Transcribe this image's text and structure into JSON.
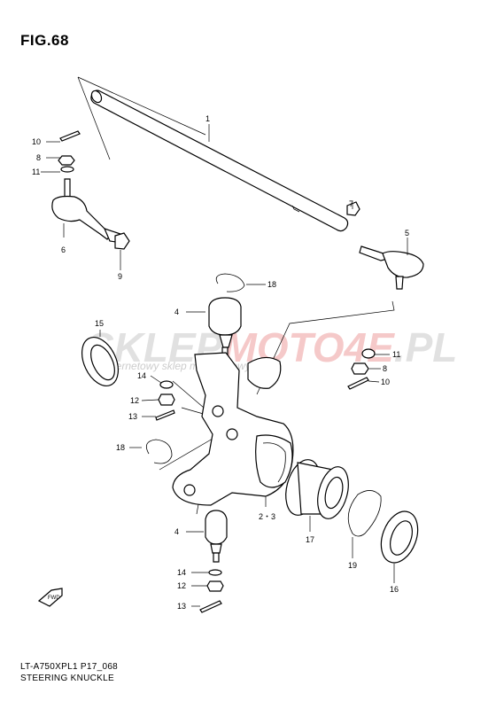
{
  "figure": {
    "title": "FIG.68"
  },
  "footer": {
    "code": "LT-A750XPL1 P17_068",
    "name": "STEERING KNUCKLE"
  },
  "watermark": {
    "brand_a": "SKLEP",
    "brand_b": "MOTO",
    "brand_c": "4",
    "brand_d": "E",
    "brand_e": ".PL",
    "tagline": "internetowy sklep motocyklowy"
  },
  "fwd_mark": {
    "label": "FWD"
  },
  "callouts": [
    {
      "id": "c1",
      "label": "1"
    },
    {
      "id": "c10a",
      "label": "10"
    },
    {
      "id": "c8a",
      "label": "8"
    },
    {
      "id": "c11a",
      "label": "11"
    },
    {
      "id": "c6",
      "label": "6"
    },
    {
      "id": "c9",
      "label": "9"
    },
    {
      "id": "c7",
      "label": "7"
    },
    {
      "id": "c5",
      "label": "5"
    },
    {
      "id": "c18a",
      "label": "18"
    },
    {
      "id": "c4a",
      "label": "4"
    },
    {
      "id": "c15",
      "label": "15"
    },
    {
      "id": "c11b",
      "label": "11"
    },
    {
      "id": "c8b",
      "label": "8"
    },
    {
      "id": "c10b",
      "label": "10"
    },
    {
      "id": "c14a",
      "label": "14"
    },
    {
      "id": "c12a",
      "label": "12"
    },
    {
      "id": "c13a",
      "label": "13"
    },
    {
      "id": "c18b",
      "label": "18"
    },
    {
      "id": "c23",
      "label": "2・3"
    },
    {
      "id": "c17",
      "label": "17"
    },
    {
      "id": "c19",
      "label": "19"
    },
    {
      "id": "c16",
      "label": "16"
    },
    {
      "id": "c4b",
      "label": "4"
    },
    {
      "id": "c14b",
      "label": "14"
    },
    {
      "id": "c12b",
      "label": "12"
    },
    {
      "id": "c13b",
      "label": "13"
    }
  ]
}
